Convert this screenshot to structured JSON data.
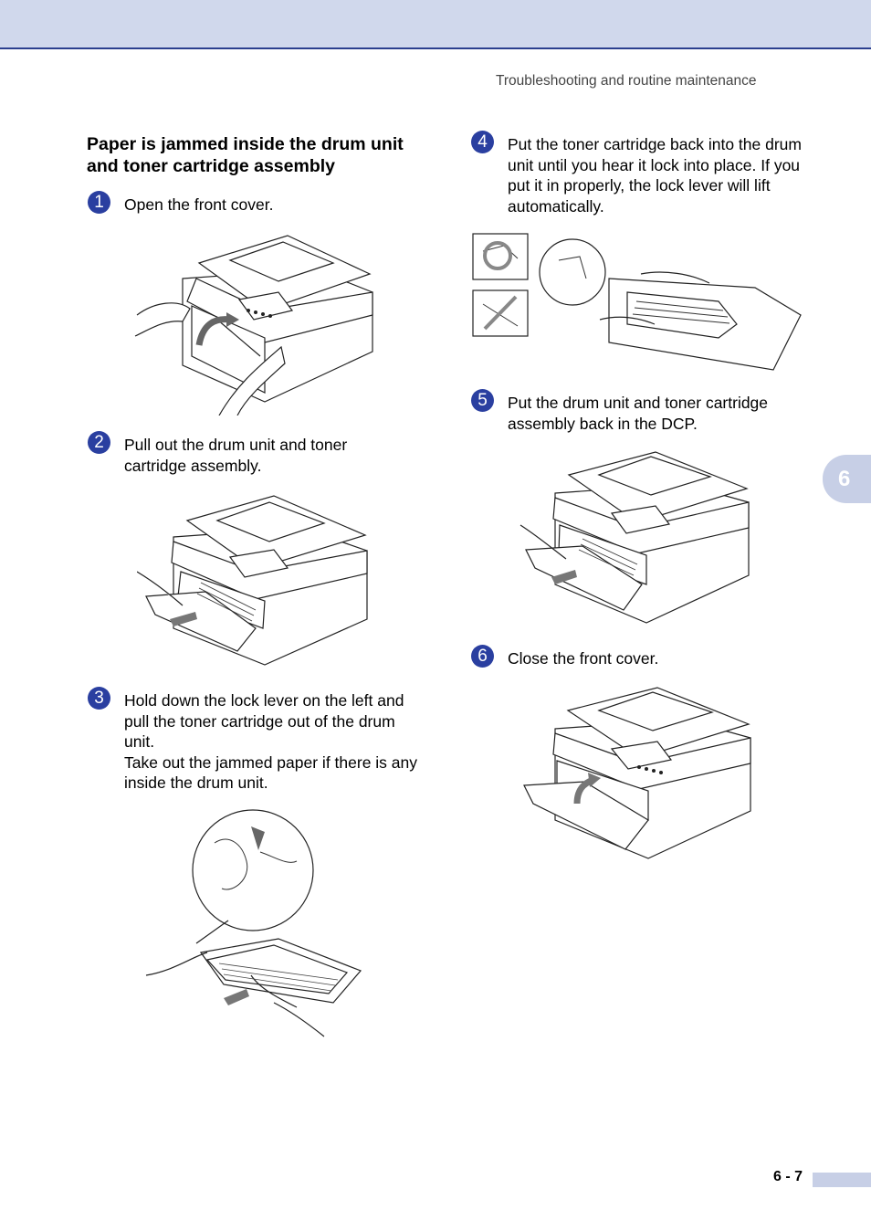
{
  "header": {
    "running_head": "Troubleshooting and routine maintenance"
  },
  "section": {
    "title": "Paper is jammed inside the drum unit and toner cartridge assembly"
  },
  "steps": [
    {
      "number": "1",
      "text": "Open the front cover."
    },
    {
      "number": "2",
      "text": "Pull out the drum unit and toner cartridge assembly."
    },
    {
      "number": "3",
      "text": "Hold down the lock lever on the left and pull the toner cartridge out of the drum unit.",
      "text2": "Take out the jammed paper if there is any inside the drum unit."
    },
    {
      "number": "4",
      "text": "Put the toner cartridge back into the drum unit until you hear it lock into place. If you put it in properly, the lock lever will lift automatically."
    },
    {
      "number": "5",
      "text": "Put the drum unit and toner cartridge assembly back in the DCP."
    },
    {
      "number": "6",
      "text": "Close the front cover."
    }
  ],
  "chapter_tab": "6",
  "footer": {
    "page_number": "6 - 7"
  },
  "colors": {
    "accent": "#2a3fa0",
    "band": "#d0d8ec",
    "tab": "#c7cfe6"
  }
}
